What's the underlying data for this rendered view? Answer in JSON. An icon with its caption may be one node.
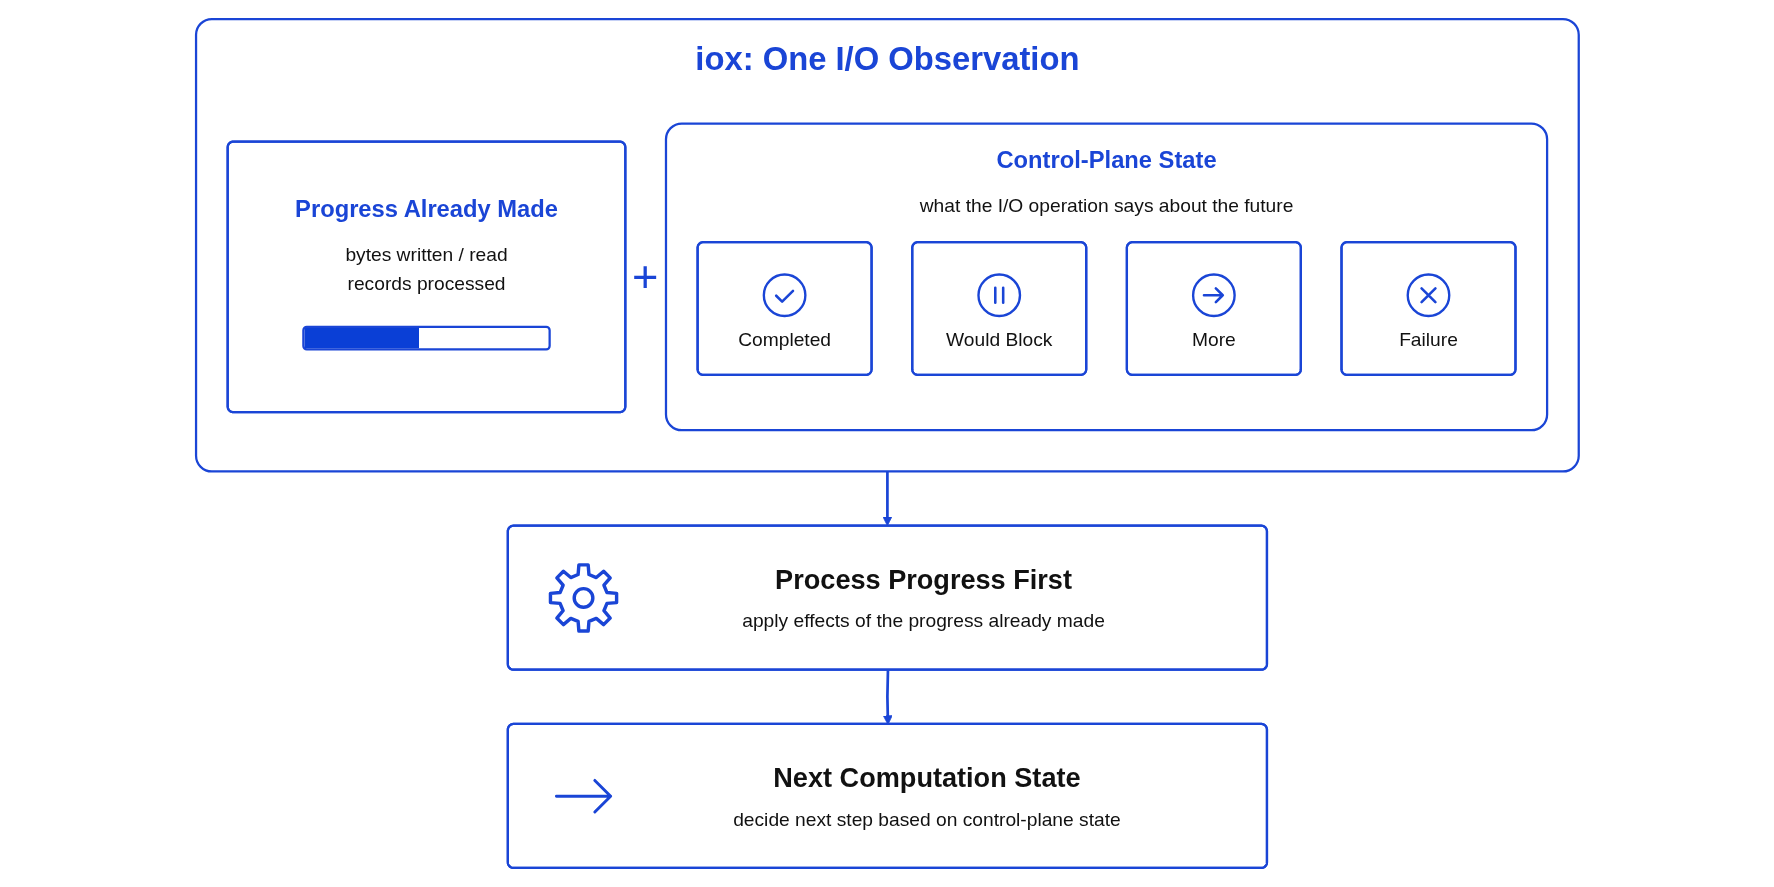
{
  "diagram": {
    "nodes": [
      {
        "text": [
          "iox: One I/O Observation"
        ]
      },
      {
        "text": [
          "Progress Already Made",
          "bytes written / read",
          "records processed"
        ],
        "in": 0
      },
      {
        "text": [
          "Control-Plane State",
          "what the I/O operation says about the future"
        ],
        "in": 0
      },
      {
        "text": [
          "Completed"
        ],
        "in": 2
      },
      {
        "text": [
          "Would Block"
        ],
        "in": 2
      },
      {
        "text": [
          "More"
        ],
        "in": 2
      },
      {
        "text": [
          "Failure"
        ],
        "in": 2
      },
      {
        "text": [
          "Process Progress First",
          "apply effects of the progress already made"
        ]
      },
      {
        "text": [
          "Next Computation State",
          "decide next step based on control-plane state"
        ]
      }
    ],
    "edges": [
      {
        "from": 0,
        "to": 7,
        "arrow": "to"
      },
      {
        "from": 7,
        "to": 8,
        "arrow": "to"
      }
    ],
    "labels": [
      "+"
    ]
  }
}
